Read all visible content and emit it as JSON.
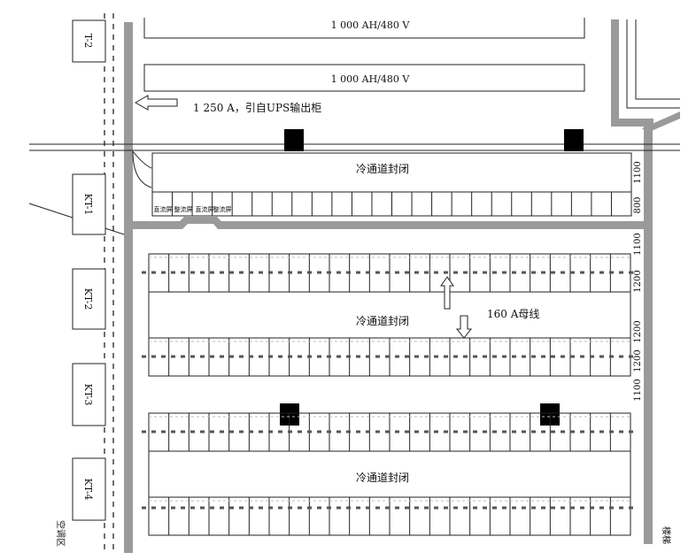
{
  "batteries": [
    {
      "label": "1 000 AH/480 V"
    },
    {
      "label": "1 000 AH/480 V"
    }
  ],
  "ups_note": "1 250 A，引自UPS输出柜",
  "busbar_note": "160 A母线",
  "aisles": [
    {
      "label": "冷通道封闭"
    },
    {
      "label": "冷通道封闭"
    },
    {
      "label": "冷通道封闭"
    }
  ],
  "ac_units": [
    {
      "label": "KT-1"
    },
    {
      "label": "KT-2"
    },
    {
      "label": "KT-3"
    },
    {
      "label": "KT-4"
    }
  ],
  "t_unit": "T-2",
  "distribution": [
    "直流屏",
    "整流屏",
    "直流屏",
    "整流屏"
  ],
  "dimensions": [
    "1100",
    "800",
    "1100",
    "1200",
    "1200",
    "1200",
    "1100"
  ],
  "left_zone": "空调区",
  "right_zone": "楼梯"
}
